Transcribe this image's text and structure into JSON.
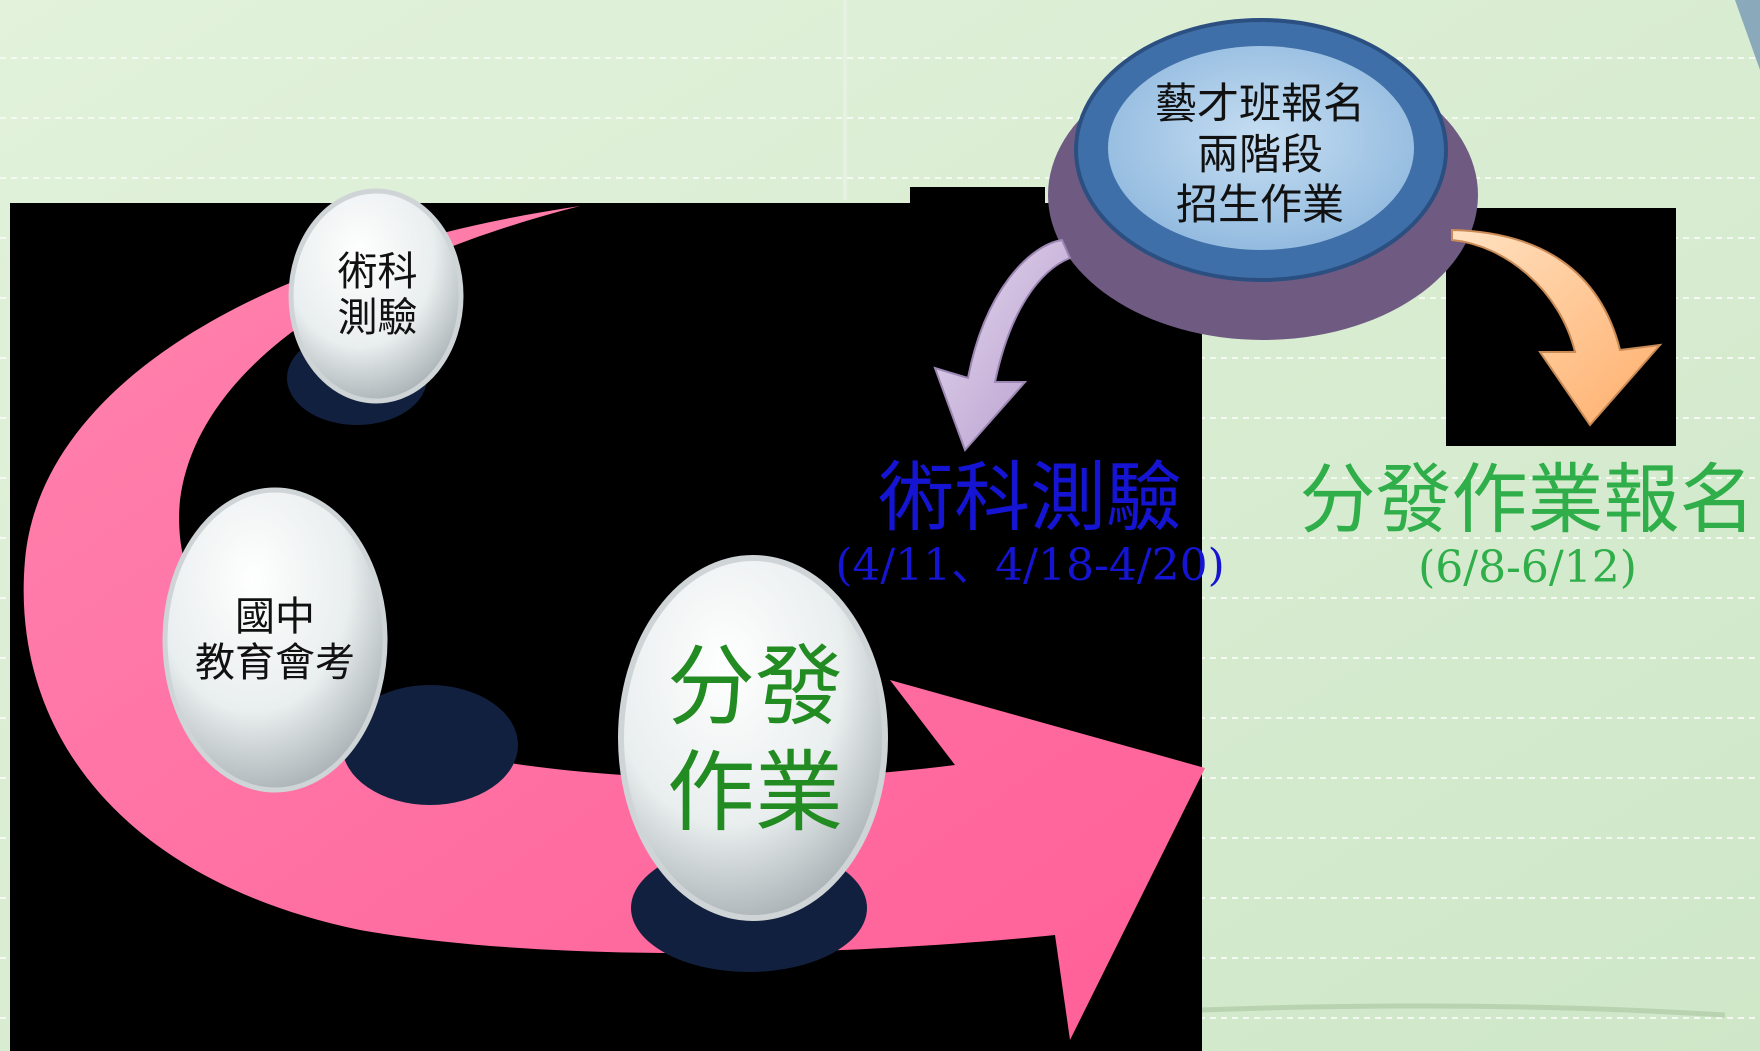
{
  "process": {
    "title_lines": [
      "藝才班報名",
      "兩階段",
      "招生作業"
    ],
    "steps": [
      {
        "lines": [
          "術科",
          "測驗"
        ]
      },
      {
        "lines": [
          "國中",
          "教育會考"
        ]
      },
      {
        "lines": [
          "分發",
          "作業"
        ]
      }
    ]
  },
  "branches": {
    "left": {
      "title": "術科測驗",
      "dates": "(4/11、4/18-4/20)"
    },
    "right": {
      "title": "分發作業報名",
      "dates": "(6/8-6/12)"
    }
  },
  "colors": {
    "background": "#d6ebcf",
    "panel": "#000000",
    "pink_arrow": "#ff6fa0",
    "blue_text": "#1414d2",
    "green_text": "#2fae4a",
    "lavender_arrow": "#c7b3d6",
    "peach_arrow": "#ffc38c",
    "disc_outer": "#3f6fa8",
    "disc_inner": "#a9cbe8"
  }
}
